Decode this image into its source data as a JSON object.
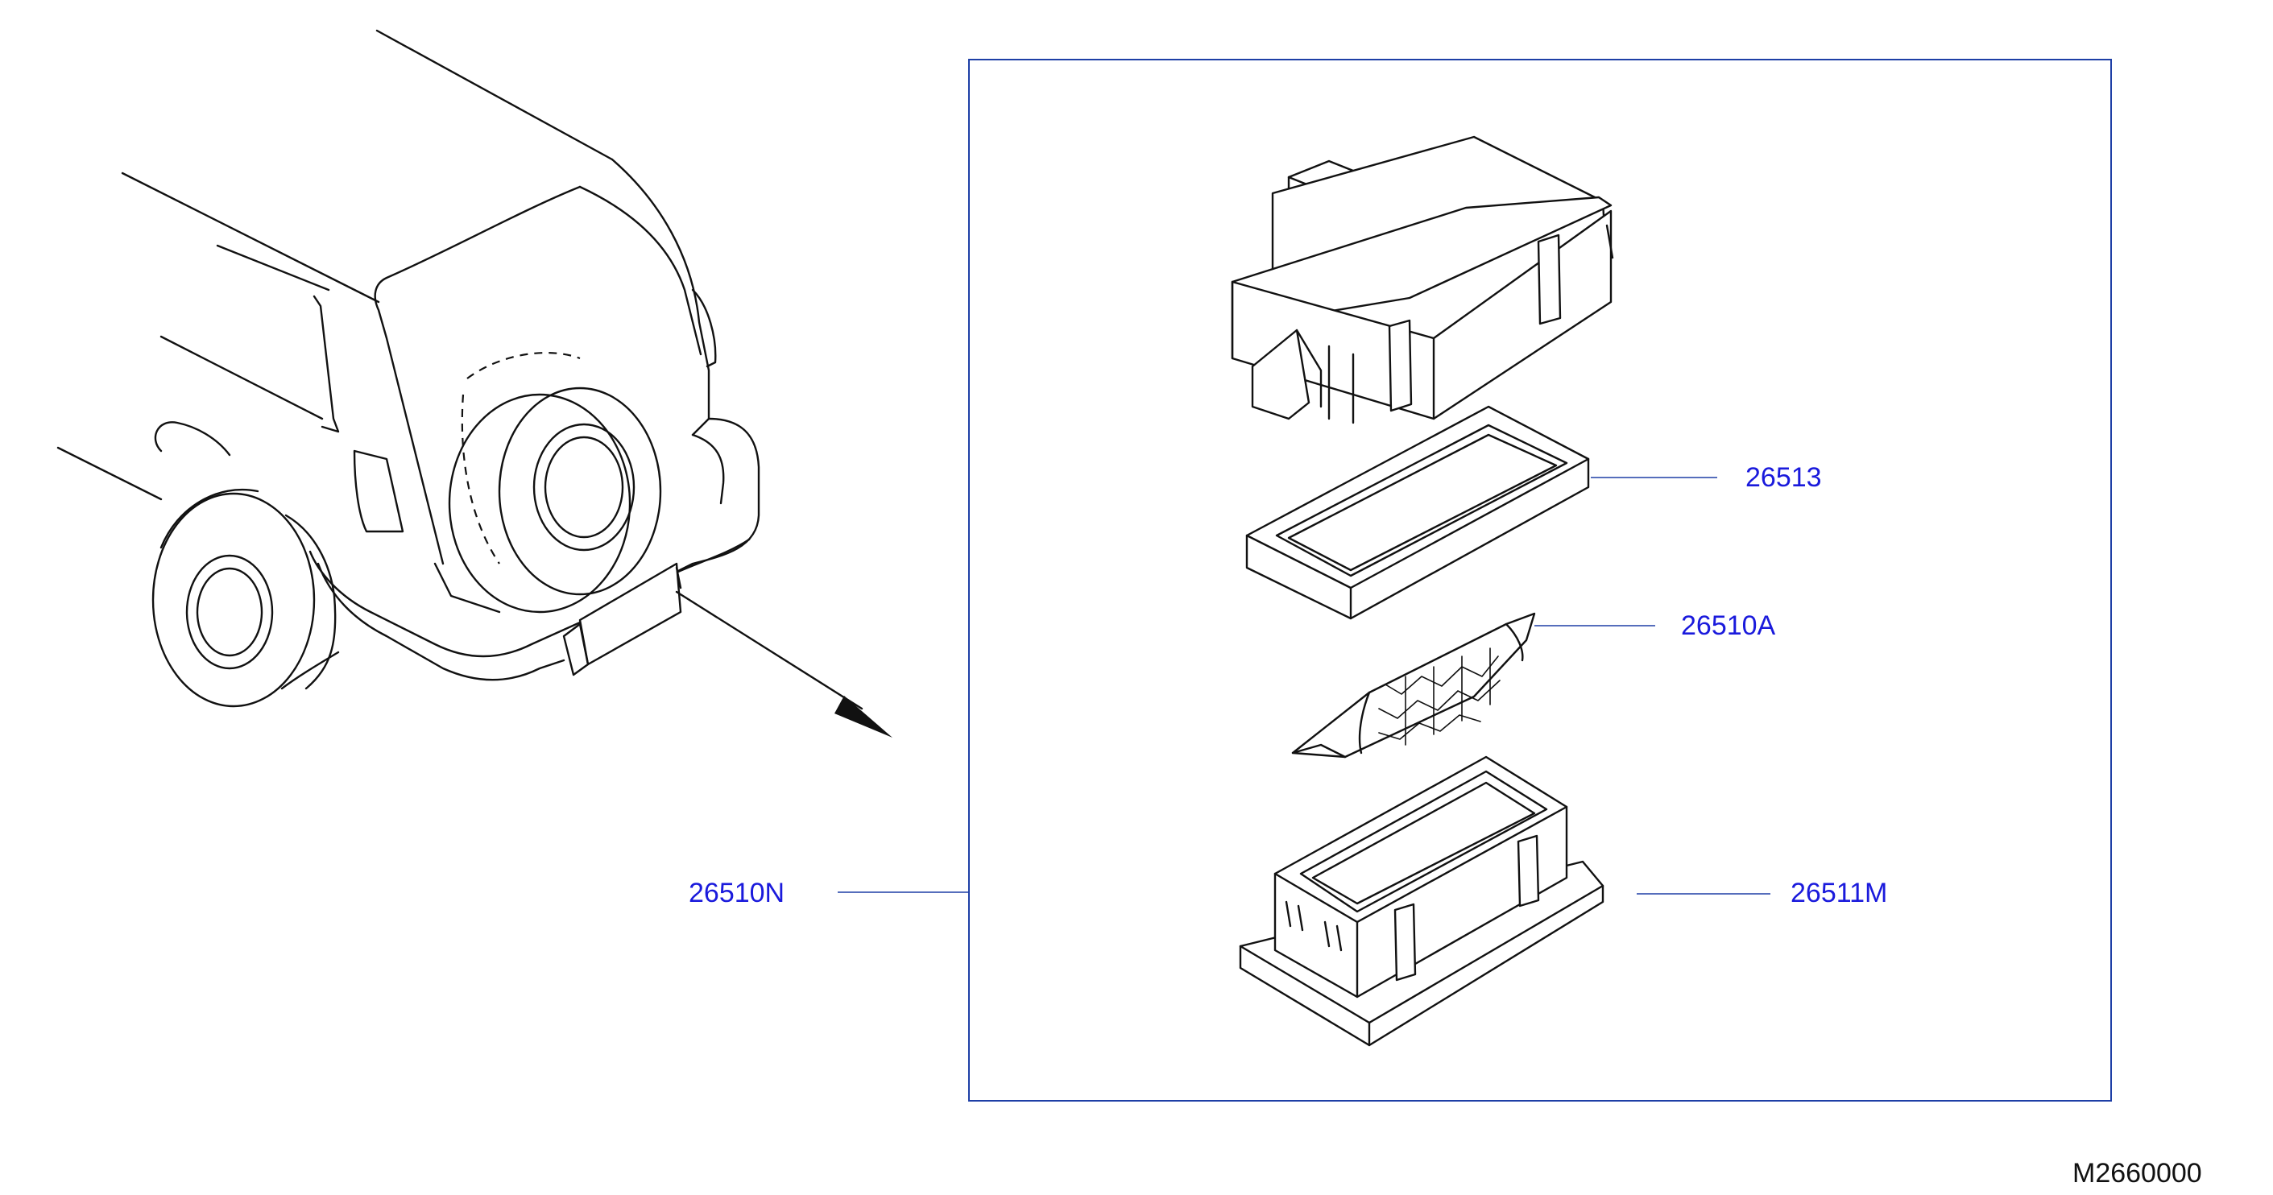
{
  "colors": {
    "line": "#111111",
    "label": "#1a1adc",
    "leader": "#1e3fa6",
    "box": "#1e3fa6",
    "code": "#111111"
  },
  "parts": [
    {
      "number": "26513"
    },
    {
      "number": "26510A"
    },
    {
      "number": "26510N"
    },
    {
      "number": "26511M"
    }
  ],
  "diagram_code": "M2660000"
}
